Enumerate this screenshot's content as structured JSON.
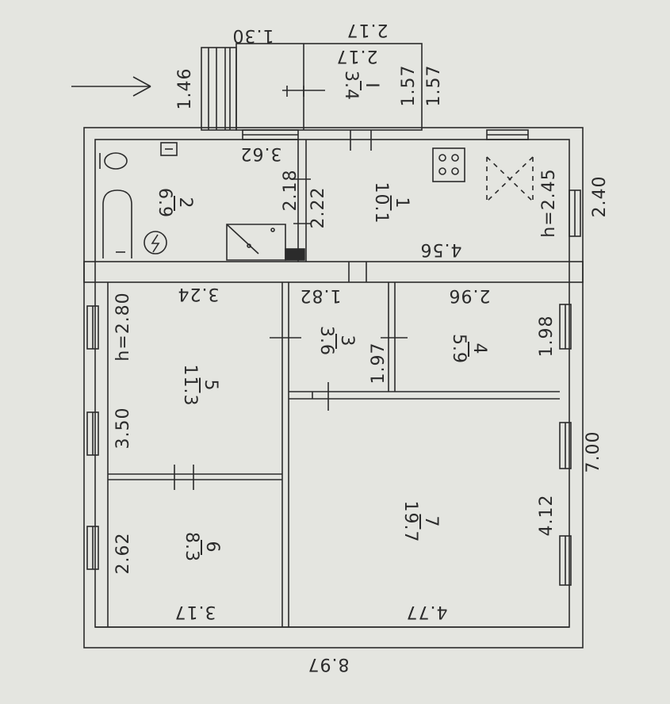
{
  "rooms": [
    {
      "id": "room-1",
      "number": "1",
      "area": "10.1"
    },
    {
      "id": "room-2",
      "number": "2",
      "area": "6.9"
    },
    {
      "id": "room-3",
      "number": "3",
      "area": "3.6"
    },
    {
      "id": "room-4",
      "number": "4",
      "area": "5.9"
    },
    {
      "id": "room-5",
      "number": "5",
      "area": "11.3"
    },
    {
      "id": "room-6",
      "number": "6",
      "area": "8.3"
    },
    {
      "id": "room-7",
      "number": "7",
      "area": "19.7"
    },
    {
      "id": "room-porch",
      "number": "I",
      "area": "3.4"
    }
  ],
  "dimensions": {
    "porch_steps_width": "1.30",
    "porch_steps_length": "1.46",
    "porch_top_outer": "2.17",
    "porch_top_inner": "2.17",
    "porch_side_inner": "1.57",
    "porch_side_outer": "1.57",
    "bath_width": "3.62",
    "bath_depth": "2.18",
    "kitchen_depth": "2.22",
    "kitchen_width": "4.56",
    "kitchen_height": "h=2.45",
    "kitchen_outer": "2.40",
    "room5_width": "3.24",
    "room5_height": "h=2.80",
    "room5_depth": "3.50",
    "room3_width": "1.82",
    "room3_depth": "1.97",
    "room4_width": "2.96",
    "room4_depth": "1.98",
    "right_wall": "7.00",
    "room7_depth": "4.12",
    "room6_depth": "2.62",
    "room6_width": "3.17",
    "room7_width": "4.77",
    "total_length": "8.97"
  },
  "colors": {
    "background": "#e4e5e0",
    "line": "#2b2b2b"
  }
}
